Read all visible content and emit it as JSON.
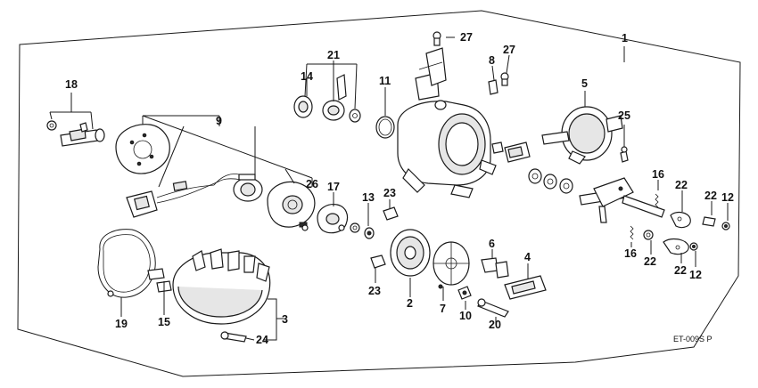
{
  "diagram": {
    "drawing_code": "ET-009S P",
    "callouts": [
      "1",
      "2",
      "3",
      "4",
      "5",
      "6",
      "7",
      "8",
      "9",
      "10",
      "11",
      "12",
      "13",
      "14",
      "15",
      "16",
      "17",
      "18",
      "19",
      "20",
      "21",
      "22",
      "23",
      "24",
      "25",
      "26",
      "27"
    ]
  }
}
